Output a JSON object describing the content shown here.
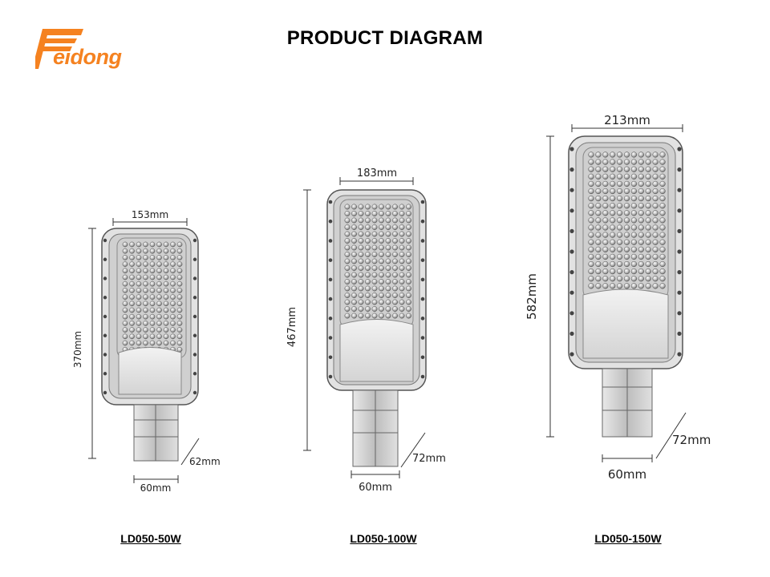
{
  "header": {
    "title": "PRODUCT DIAGRAM"
  },
  "logo": {
    "text": "eidong",
    "color": "#f58220"
  },
  "lamps": [
    {
      "model": "LD050-50W",
      "width": "153mm",
      "height": "370mm",
      "depth": "62mm",
      "pole": "60mm"
    },
    {
      "model": "LD050-100W",
      "width": "183mm",
      "height": "467mm",
      "depth": "72mm",
      "pole": "60mm"
    },
    {
      "model": "LD050-150W",
      "width": "213mm",
      "height": "582mm",
      "depth": "72mm",
      "pole": "60mm"
    }
  ]
}
